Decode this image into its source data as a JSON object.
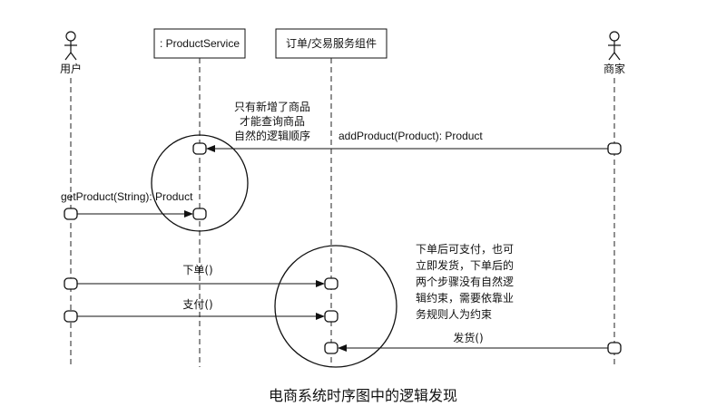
{
  "participants": {
    "user": "用户",
    "product_service": ": ProductService",
    "order_component": "订单/交易服务组件",
    "merchant": "商家"
  },
  "messages": {
    "add_product": "addProduct(Product): Product",
    "get_product": "getProduct(String): Product",
    "place_order": "下单()",
    "pay": "支付()",
    "ship": "发货()"
  },
  "notes": {
    "product_order": [
      "只有新增了商品",
      "才能查询商品",
      "自然的逻辑顺序"
    ],
    "order_flow": [
      "下单后可支付，也可",
      "立即发货，下单后的",
      "两个步骤没有自然逻",
      "辑约束，需要依靠业",
      "务规则人为约束"
    ]
  },
  "caption": "电商系统时序图中的逻辑发现"
}
